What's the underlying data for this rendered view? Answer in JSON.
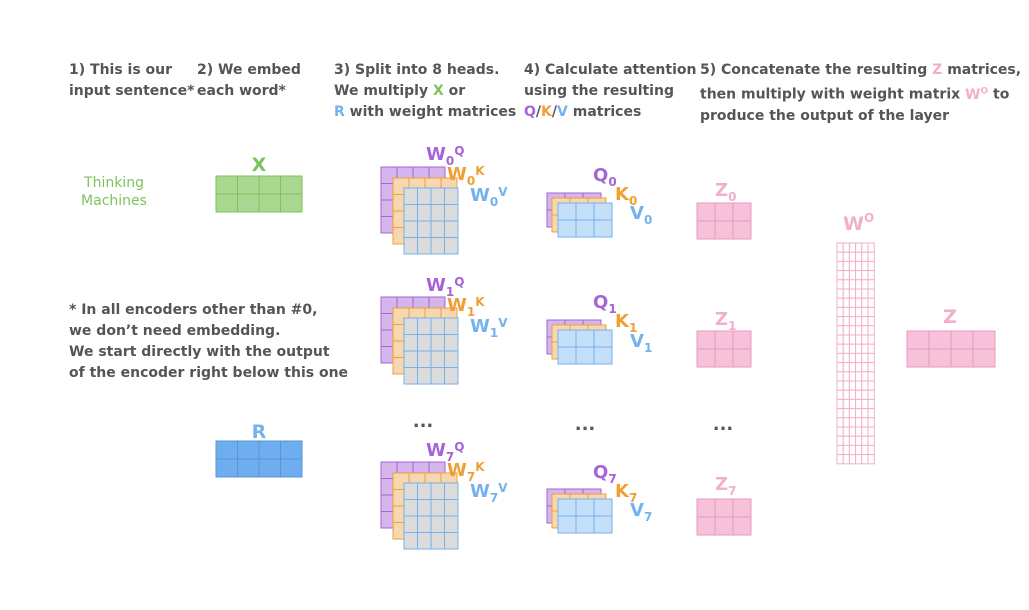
{
  "steps": {
    "s1": {
      "line1": "1) This is our",
      "line2": "input sentence*"
    },
    "s2": {
      "line1": "2) We embed",
      "line2": "each word*"
    },
    "s3": {
      "line1": "3) Split into 8 heads.",
      "line2a": "We multiply ",
      "x": "X",
      "line2b": " or",
      "r": "R",
      "line3b": " with weight matrices"
    },
    "s4": {
      "line1": "4) Calculate attention",
      "line2": "using the resulting",
      "q": "Q",
      "slash1": "/",
      "k": "K",
      "slash2": "/",
      "v": "V",
      "line3b": " matrices"
    },
    "s5": {
      "line1a": "5) Concatenate the resulting ",
      "z": "Z",
      "line1b": " matrices,",
      "line2a": "then multiply with weight matrix ",
      "wo": "W",
      "wo_sup": "O",
      "line2b": " to",
      "line3": "produce the output of the layer"
    }
  },
  "sentence": {
    "word1": "Thinking",
    "word2": "Machines"
  },
  "note": {
    "line1": "* In all encoders other than #0,",
    "line2": "we don’t need embedding.",
    "line3": "We start directly with the output",
    "line4": "of the encoder right below this one"
  },
  "matrices": {
    "x": "X",
    "r": "R",
    "z_out": "Z",
    "wo": "W",
    "wo_sup": "O"
  },
  "heads": [
    {
      "wq": "W",
      "wk": "W",
      "wv": "W",
      "sub": "0",
      "q": "Q",
      "k": "K",
      "v": "V",
      "z": "Z",
      "sup_q": "Q",
      "sup_k": "K",
      "sup_v": "V"
    },
    {
      "wq": "W",
      "wk": "W",
      "wv": "W",
      "sub": "1",
      "q": "Q",
      "k": "K",
      "v": "V",
      "z": "Z",
      "sup_q": "Q",
      "sup_k": "K",
      "sup_v": "V"
    },
    {
      "wq": "W",
      "wk": "W",
      "wv": "W",
      "sub": "7",
      "q": "Q",
      "k": "K",
      "v": "V",
      "z": "Z",
      "sup_q": "Q",
      "sup_k": "K",
      "sup_v": "V"
    }
  ],
  "ellipsis": "...",
  "colors": {
    "text": "#555555",
    "green": "#7cc45a",
    "green_fill": "#a9d78f",
    "blue": "#74b2ee",
    "blue_fill": "#6eaef0",
    "blue_light_fill": "#c4dff8",
    "purple": "#a664d7",
    "purple_fill": "#d4b6ec",
    "orange": "#f0a033",
    "orange_fill": "#f6d7b0",
    "gray_fill": "#dcdcdc",
    "pink": "#f2afcb",
    "pink_fill": "#f7c2d9"
  }
}
